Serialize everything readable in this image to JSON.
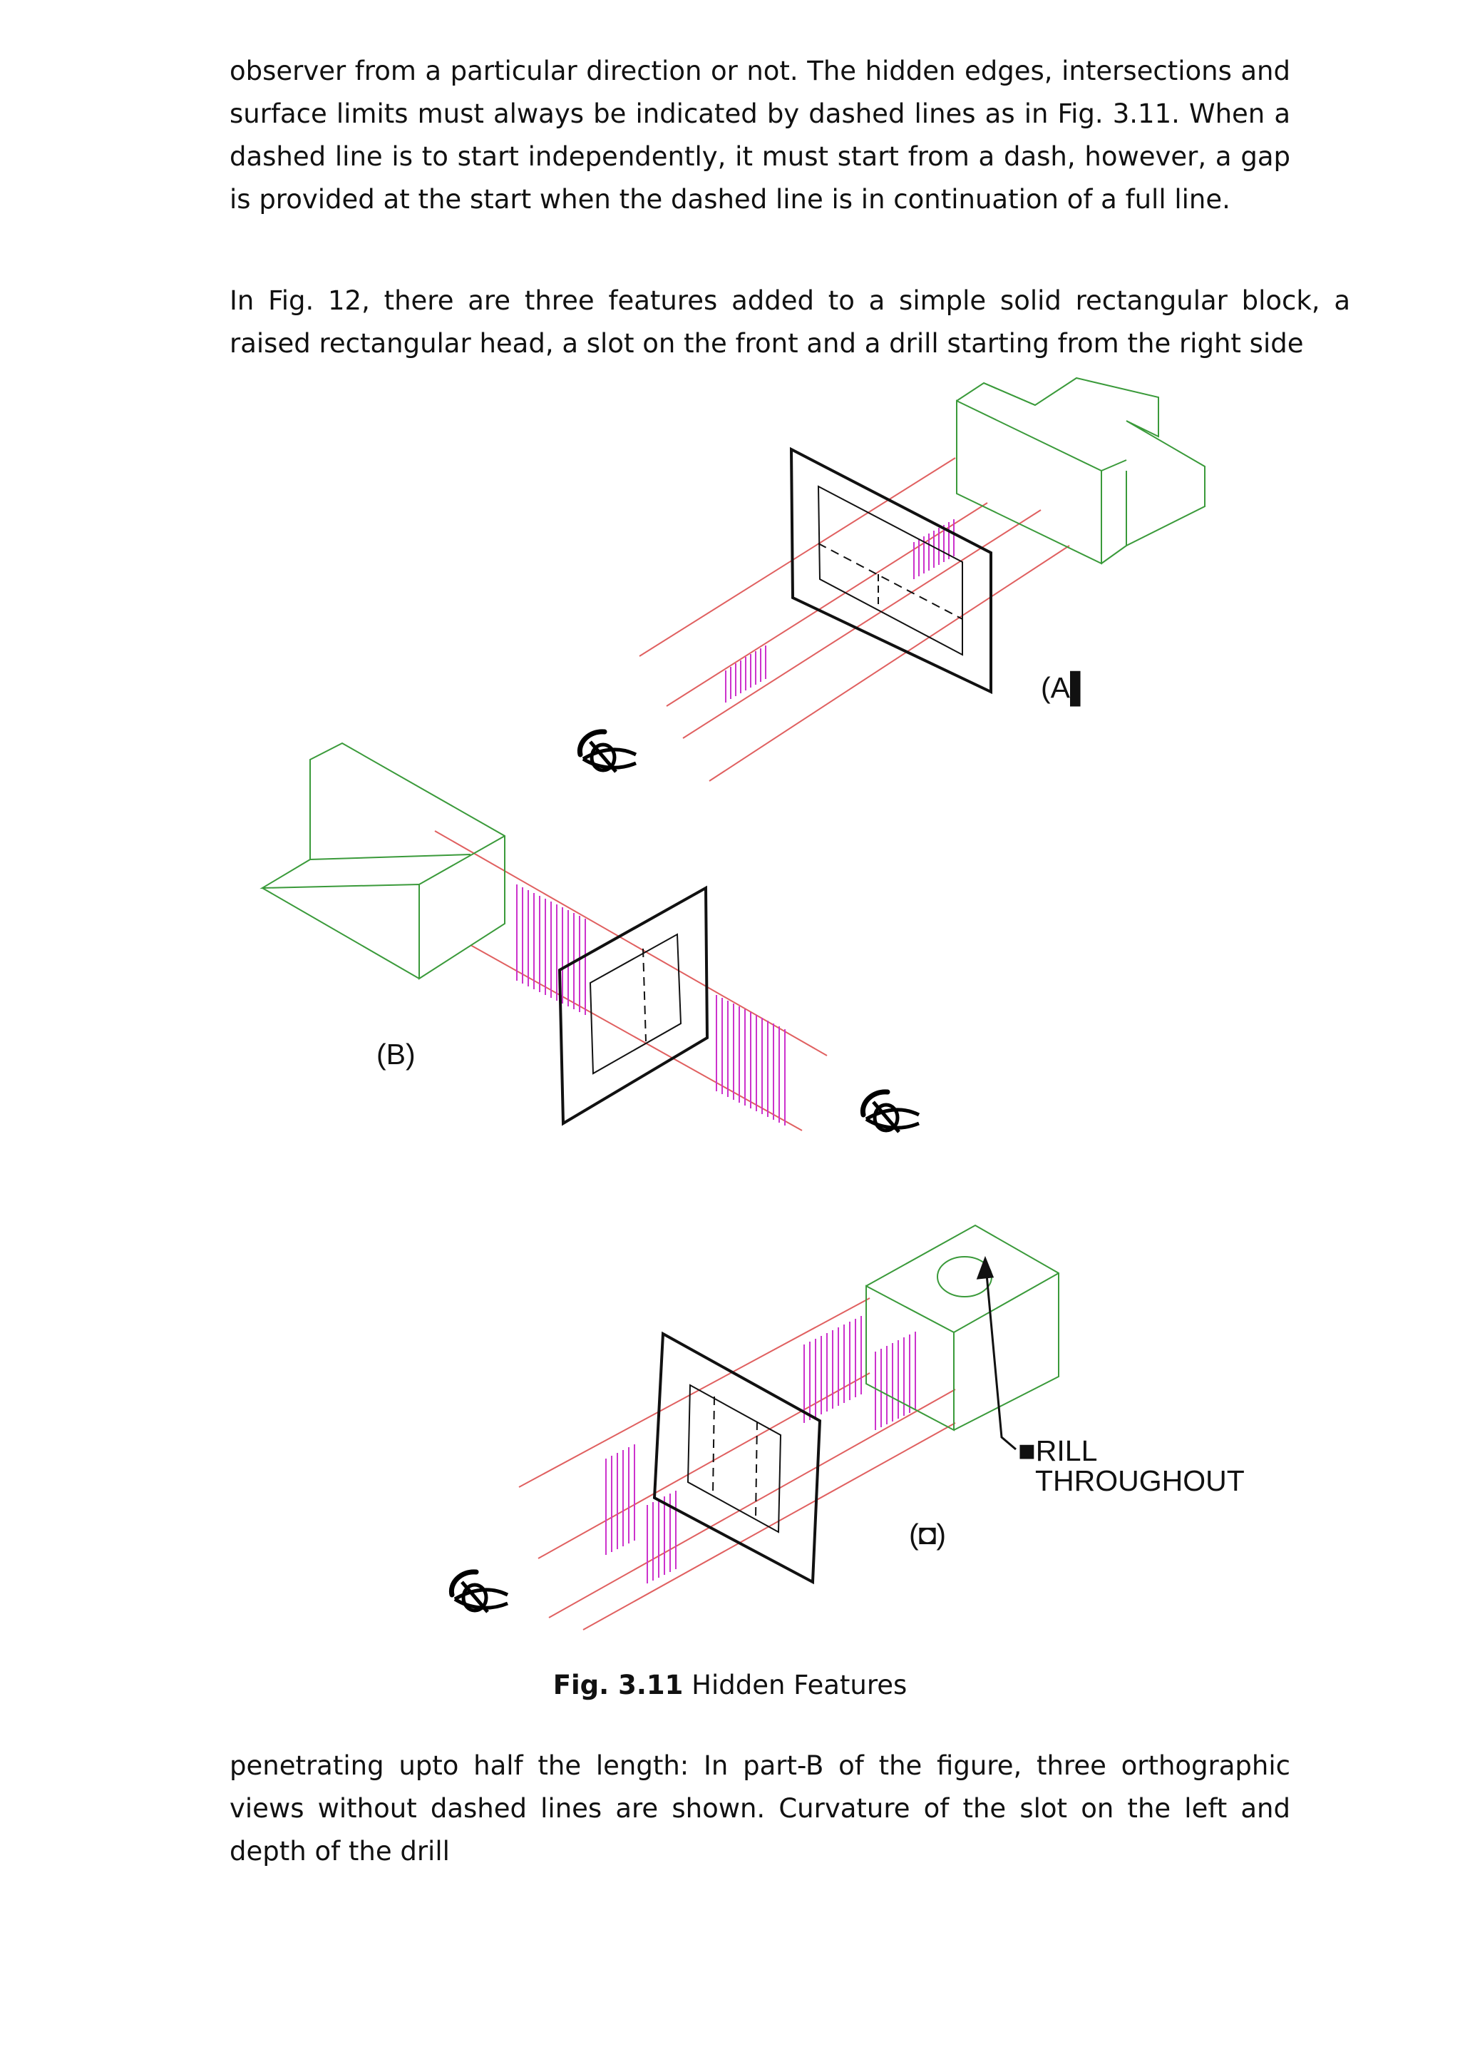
{
  "paragraphs": [
    "observer from a particular direction or not. The hidden edges, intersections and surface limits must always be indicated by dashed lines as in Fig. 3.11. When a dashed line is to start independently, it must start from a dash, however, a gap is provided at the start when the dashed line is in continuation of a full line.",
    "In Fig. 12, there are three features added to a simple solid rectangular block, a raised rectangular head, a slot on the front and a drill starting from the right side",
    "penetrating upto half the length: In part-B of the figure, three orthographic views without dashed lines are shown. Curvature of the slot on the left and depth of the drill"
  ],
  "figure": {
    "caption_bold": "Fig. 3.11",
    "caption_text": " Hidden Features",
    "labels": {
      "a": "(A▌",
      "b": "(B)",
      "c": "(◘)",
      "drill_line1": "■RILL",
      "drill_line2": "THROUGHOUT"
    },
    "colors": {
      "object": "#3a9a3a",
      "projector": "#e06060",
      "hatch": "#cc33cc",
      "plane": "#111111"
    },
    "icons": [
      "eye-icon"
    ]
  }
}
